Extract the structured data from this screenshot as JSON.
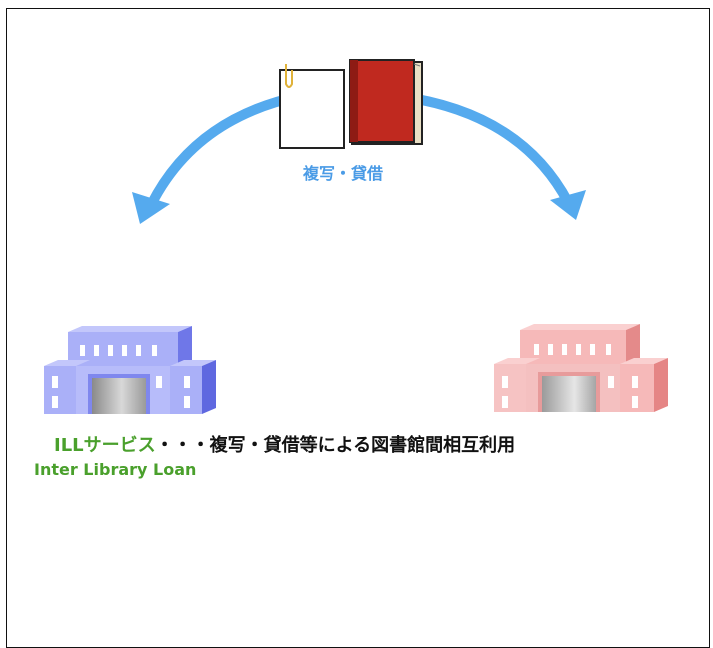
{
  "center_label": "複写・貸借",
  "caption": {
    "term": "ILLサービス",
    "description": "・・・複写・貸借等による図書館間相互利用"
  },
  "subcaption": "Inter Library Loan",
  "colors": {
    "arrow": "#55aaee",
    "accent_green": "#4aa02c",
    "left_library": "#8f96f5",
    "right_library": "#f2a5a5",
    "book_red": "#c0291f"
  },
  "icons": [
    "document-icon",
    "book-icon",
    "library-building-icon"
  ]
}
